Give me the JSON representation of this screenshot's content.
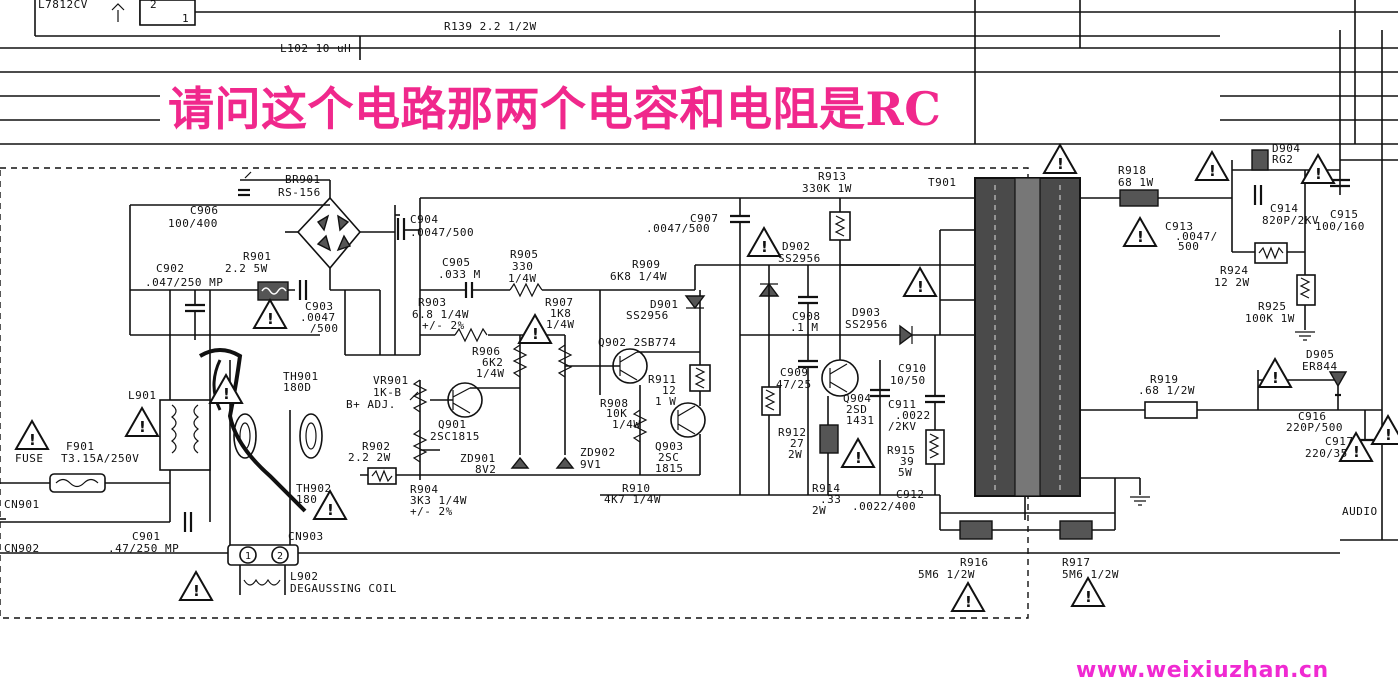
{
  "question": "请问这个电路那两个电容和电阻是RC",
  "watermark": "www.weixiuzhan.cn",
  "warning_mark": "!",
  "top_labels": {
    "regulator": "L7812CV",
    "pin2": "2",
    "pin1": "1",
    "r139": "R139  2.2  1/2W",
    "l102": "L102  10 uH"
  },
  "components": [
    {
      "id": "c906",
      "text": "C906"
    },
    {
      "id": "c906v",
      "text": "100/400"
    },
    {
      "id": "br901",
      "text": "BR901"
    },
    {
      "id": "br901v",
      "text": "RS-156"
    },
    {
      "id": "c904",
      "text": "C904"
    },
    {
      "id": "c904v",
      "text": ".0047/500"
    },
    {
      "id": "c902",
      "text": "C902"
    },
    {
      "id": "c902v",
      "text": ".047/250  MP"
    },
    {
      "id": "r901",
      "text": "R901"
    },
    {
      "id": "r901v",
      "text": "2.2  5W"
    },
    {
      "id": "c903",
      "text": "C903"
    },
    {
      "id": "c903v",
      "text": ".0047"
    },
    {
      "id": "c903v2",
      "text": "/500"
    },
    {
      "id": "c905",
      "text": "C905"
    },
    {
      "id": "c905v",
      "text": ".033 M"
    },
    {
      "id": "r905",
      "text": "R905"
    },
    {
      "id": "r905v",
      "text": "330"
    },
    {
      "id": "r905v2",
      "text": "1/4W"
    },
    {
      "id": "r909",
      "text": "R909"
    },
    {
      "id": "r909v",
      "text": "6K8  1/4W"
    },
    {
      "id": "c907",
      "text": "C907"
    },
    {
      "id": "c907v",
      "text": ".0047/500"
    },
    {
      "id": "r913",
      "text": "R913"
    },
    {
      "id": "r913v",
      "text": "330K  1W"
    },
    {
      "id": "d902",
      "text": "D902"
    },
    {
      "id": "d902v",
      "text": "SS2956"
    },
    {
      "id": "t901",
      "text": "T901"
    },
    {
      "id": "r918",
      "text": "R918"
    },
    {
      "id": "r918v",
      "text": "68  1W"
    },
    {
      "id": "d904",
      "text": "D904"
    },
    {
      "id": "d904v",
      "text": "RG2"
    },
    {
      "id": "c914",
      "text": "C914"
    },
    {
      "id": "c914v",
      "text": "820P/2KV"
    },
    {
      "id": "c915",
      "text": "C915"
    },
    {
      "id": "c915v",
      "text": "100/160"
    },
    {
      "id": "c913",
      "text": "C913"
    },
    {
      "id": "c913v",
      "text": ".0047/"
    },
    {
      "id": "c913v2",
      "text": "500"
    },
    {
      "id": "r924",
      "text": "R924"
    },
    {
      "id": "r924v",
      "text": "12  2W"
    },
    {
      "id": "r925",
      "text": "R925"
    },
    {
      "id": "r925v",
      "text": "100K  1W"
    },
    {
      "id": "r903",
      "text": "R903"
    },
    {
      "id": "r903v",
      "text": "6.8  1/4W"
    },
    {
      "id": "r903v2",
      "text": "+/-  2%"
    },
    {
      "id": "r907",
      "text": "R907"
    },
    {
      "id": "r907v",
      "text": "1K8"
    },
    {
      "id": "r907v2",
      "text": "1/4W"
    },
    {
      "id": "d901",
      "text": "D901"
    },
    {
      "id": "d901v",
      "text": "SS2956"
    },
    {
      "id": "c908",
      "text": "C908"
    },
    {
      "id": "c908v",
      "text": ".1  M"
    },
    {
      "id": "d903",
      "text": "D903"
    },
    {
      "id": "d903v",
      "text": "SS2956"
    },
    {
      "id": "r906",
      "text": "R906"
    },
    {
      "id": "r906v",
      "text": "6K2"
    },
    {
      "id": "r906v2",
      "text": "1/4W"
    },
    {
      "id": "q902",
      "text": "Q902  2SB774"
    },
    {
      "id": "vr901",
      "text": "VR901"
    },
    {
      "id": "vr901v",
      "text": "1K-B"
    },
    {
      "id": "vr901v2",
      "text": "B+ ADJ."
    },
    {
      "id": "q901",
      "text": "Q901"
    },
    {
      "id": "q901v",
      "text": "2SC1815"
    },
    {
      "id": "r911",
      "text": "R911"
    },
    {
      "id": "r911v",
      "text": "12"
    },
    {
      "id": "r911v2",
      "text": "1 W"
    },
    {
      "id": "r908",
      "text": "R908"
    },
    {
      "id": "r908v",
      "text": "10K"
    },
    {
      "id": "r908v2",
      "text": "1/4W"
    },
    {
      "id": "c909",
      "text": "C909"
    },
    {
      "id": "c909v",
      "text": "47/25"
    },
    {
      "id": "q904",
      "text": "Q904"
    },
    {
      "id": "q904v",
      "text": "2SD"
    },
    {
      "id": "q904v2",
      "text": "1431"
    },
    {
      "id": "c910",
      "text": "C910"
    },
    {
      "id": "c910v",
      "text": "10/50"
    },
    {
      "id": "c911",
      "text": "C911"
    },
    {
      "id": "c911v",
      "text": ".0022"
    },
    {
      "id": "c911v2",
      "text": "/2KV"
    },
    {
      "id": "d905",
      "text": "D905"
    },
    {
      "id": "d905v",
      "text": "ER844"
    },
    {
      "id": "r919",
      "text": "R919"
    },
    {
      "id": "r919v",
      "text": ".68  1/2W"
    },
    {
      "id": "c916",
      "text": "C916"
    },
    {
      "id": "c916v",
      "text": "220P/500"
    },
    {
      "id": "c917",
      "text": "C917"
    },
    {
      "id": "c917v",
      "text": "220/35"
    },
    {
      "id": "l901",
      "text": "L901"
    },
    {
      "id": "th901",
      "text": "TH901"
    },
    {
      "id": "th901v",
      "text": "180D"
    },
    {
      "id": "f901",
      "text": "F901"
    },
    {
      "id": "f901v",
      "text": "T3.15A/250V"
    },
    {
      "id": "fuse",
      "text": "FUSE"
    },
    {
      "id": "r902",
      "text": "R902"
    },
    {
      "id": "r902v",
      "text": "2.2  2W"
    },
    {
      "id": "zd901",
      "text": "ZD901"
    },
    {
      "id": "zd901v",
      "text": "8V2"
    },
    {
      "id": "zd902",
      "text": "ZD902"
    },
    {
      "id": "zd902v",
      "text": "9V1"
    },
    {
      "id": "q903",
      "text": "Q903"
    },
    {
      "id": "q903v",
      "text": "2SC"
    },
    {
      "id": "q903v2",
      "text": "1815"
    },
    {
      "id": "r912",
      "text": "R912"
    },
    {
      "id": "r912v",
      "text": "27"
    },
    {
      "id": "r912v2",
      "text": "2W"
    },
    {
      "id": "r915",
      "text": "R915"
    },
    {
      "id": "r915v",
      "text": "39"
    },
    {
      "id": "r915v2",
      "text": "5W"
    },
    {
      "id": "cn901",
      "text": "CN901"
    },
    {
      "id": "th902",
      "text": "TH902"
    },
    {
      "id": "th902v",
      "text": "180"
    },
    {
      "id": "r904",
      "text": "R904"
    },
    {
      "id": "r904v",
      "text": "3K3  1/4W"
    },
    {
      "id": "r904v2",
      "text": "+/-  2%"
    },
    {
      "id": "r910",
      "text": "R910"
    },
    {
      "id": "r910v",
      "text": "4K7  1/4W"
    },
    {
      "id": "r914",
      "text": "R914"
    },
    {
      "id": "r914v",
      "text": ".33"
    },
    {
      "id": "r914v2",
      "text": "2W"
    },
    {
      "id": "c912",
      "text": "C912"
    },
    {
      "id": "c912v",
      "text": ".0022/400"
    },
    {
      "id": "cn902",
      "text": "CN902"
    },
    {
      "id": "c901",
      "text": "C901"
    },
    {
      "id": "c901v",
      "text": ".47/250  MP"
    },
    {
      "id": "cn903",
      "text": "CN903"
    },
    {
      "id": "l902",
      "text": "L902"
    },
    {
      "id": "l902v",
      "text": "DEGAUSSING COIL"
    },
    {
      "id": "r916",
      "text": "R916"
    },
    {
      "id": "r916v",
      "text": "5M6   1/2W"
    },
    {
      "id": "r917",
      "text": "R917"
    },
    {
      "id": "r917v",
      "text": "5M6   1/2W"
    },
    {
      "id": "audio",
      "text": "AUDIO"
    },
    {
      "id": "cn903p1",
      "text": "1"
    },
    {
      "id": "cn903p2",
      "text": "2"
    }
  ]
}
